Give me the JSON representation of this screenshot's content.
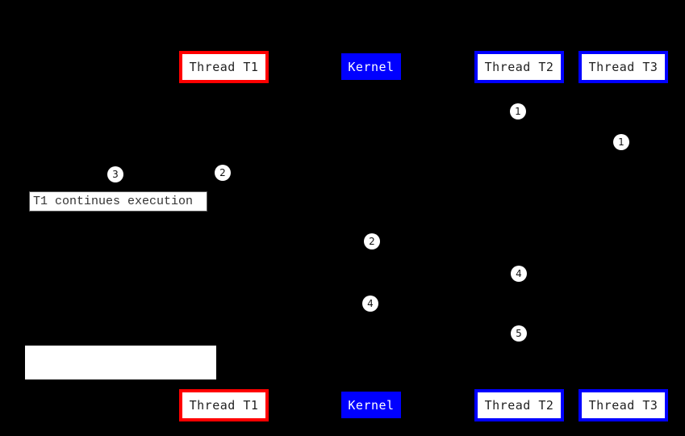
{
  "colors": {
    "background": "#000000",
    "red_accent": "#ff0000",
    "blue_accent": "#0000ff"
  },
  "boxes": {
    "thread_t1": "Thread T1",
    "kernel": "Kernel",
    "thread_t2": "Thread T2",
    "thread_t3": "Thread T3"
  },
  "markers": {
    "steps": [
      "1",
      "1",
      "2",
      "3",
      "2",
      "4",
      "4",
      "5"
    ]
  },
  "note": {
    "text": "T1 continues execution"
  }
}
